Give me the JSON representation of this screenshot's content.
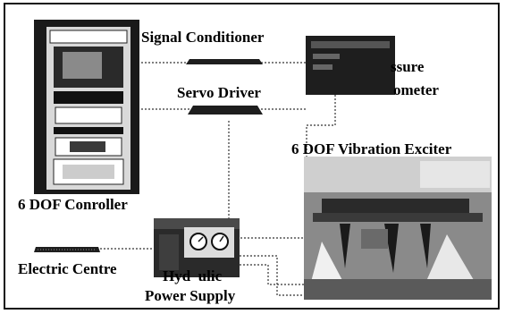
{
  "diagram": {
    "labels": {
      "signal_conditioner": "Signal Conditioner",
      "servo_driver": "Servo Driver",
      "pressure_transducer": "ssure",
      "accelerometer": "ometer",
      "controller": "6 DOF Conroller",
      "vibration_exciter": "6 DOF Vibration Exciter",
      "electric_centre": "Electric Centre",
      "hydraulic_line1": "Hyd  ulic",
      "hydraulic_line2": "Power Supply"
    },
    "colors": {
      "frame": "#111111",
      "connector": "#333333",
      "device_dark": "#1e1e1e",
      "photo_mid": "#8a8a8a",
      "photo_light": "#cfcfcf"
    }
  }
}
